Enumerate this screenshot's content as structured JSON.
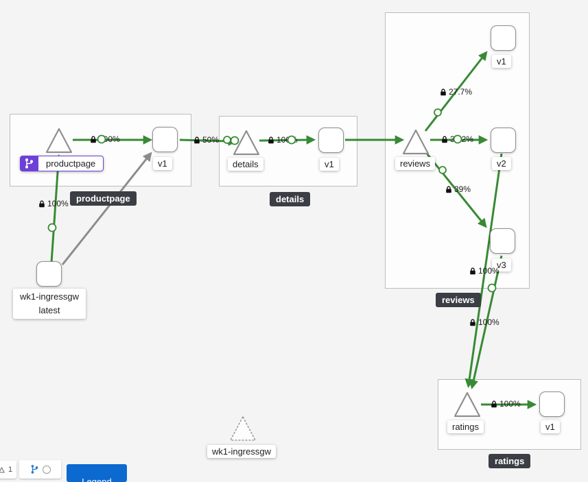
{
  "graph": {
    "groups": [
      {
        "name": "productpage",
        "tooltip": "productpage"
      },
      {
        "name": "details",
        "tooltip": "details"
      },
      {
        "name": "reviews",
        "tooltip": "reviews"
      },
      {
        "name": "ratings",
        "tooltip": "ratings"
      }
    ],
    "labels": {
      "productpage_service": "productpage",
      "productpage_v1": "v1",
      "details_service": "details",
      "details_v1": "v1",
      "reviews_service": "reviews",
      "reviews_v1": "v1",
      "reviews_v2": "v2",
      "reviews_v3": "v3",
      "ratings_service": "ratings",
      "ratings_v1": "v1",
      "ingress_workload_line1": "wk1-ingressgw",
      "ingress_workload_line2": "latest",
      "idle_service": "wk1-ingressgw"
    },
    "edges": {
      "ingress_to_productpage": "100%",
      "productpage_to_v1": "100%",
      "v1_to_details": "50%",
      "details_to_v1": "100%",
      "reviews_to_v1": "27.7%",
      "reviews_to_v2": "33.2%",
      "reviews_to_v3": "39%",
      "v2_to_ratings": "100%",
      "v3_to_ratings": "100%",
      "ratings_to_v1": "100%"
    }
  },
  "toolbar": {
    "node_count": "1",
    "legend_label": "Legend"
  },
  "colors": {
    "traffic_green": "#388a34",
    "edge_gray": "#8c8c8c",
    "selected_purple": "#6d41d7",
    "tooltip_bg": "#3b3e44",
    "button_blue": "#0b69d0",
    "background": "#f4f4f4"
  }
}
